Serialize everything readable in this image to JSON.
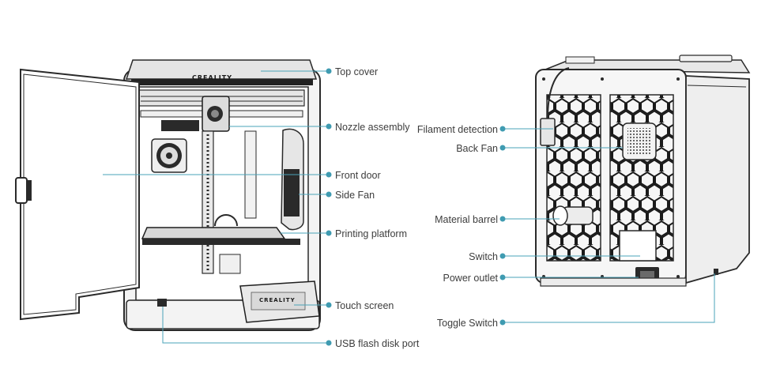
{
  "front_brand_top": "CREALITY",
  "front_brand_screen": "CREALITY",
  "colors": {
    "leader": "#4aa3b8",
    "dot": "#3f9bb1",
    "frame": "#2f2f2f",
    "panel": "#e9e9e9",
    "grey": "#7a7a7a"
  },
  "front_labels": [
    "Top cover",
    "Nozzle assembly",
    "Front door",
    "Side Fan",
    "Printing platform",
    "Touch screen",
    "USB flash disk port"
  ],
  "back_labels": [
    "Filament detection",
    "Back Fan",
    "Material barrel",
    "Switch",
    "Power outlet",
    "Toggle Switch"
  ]
}
